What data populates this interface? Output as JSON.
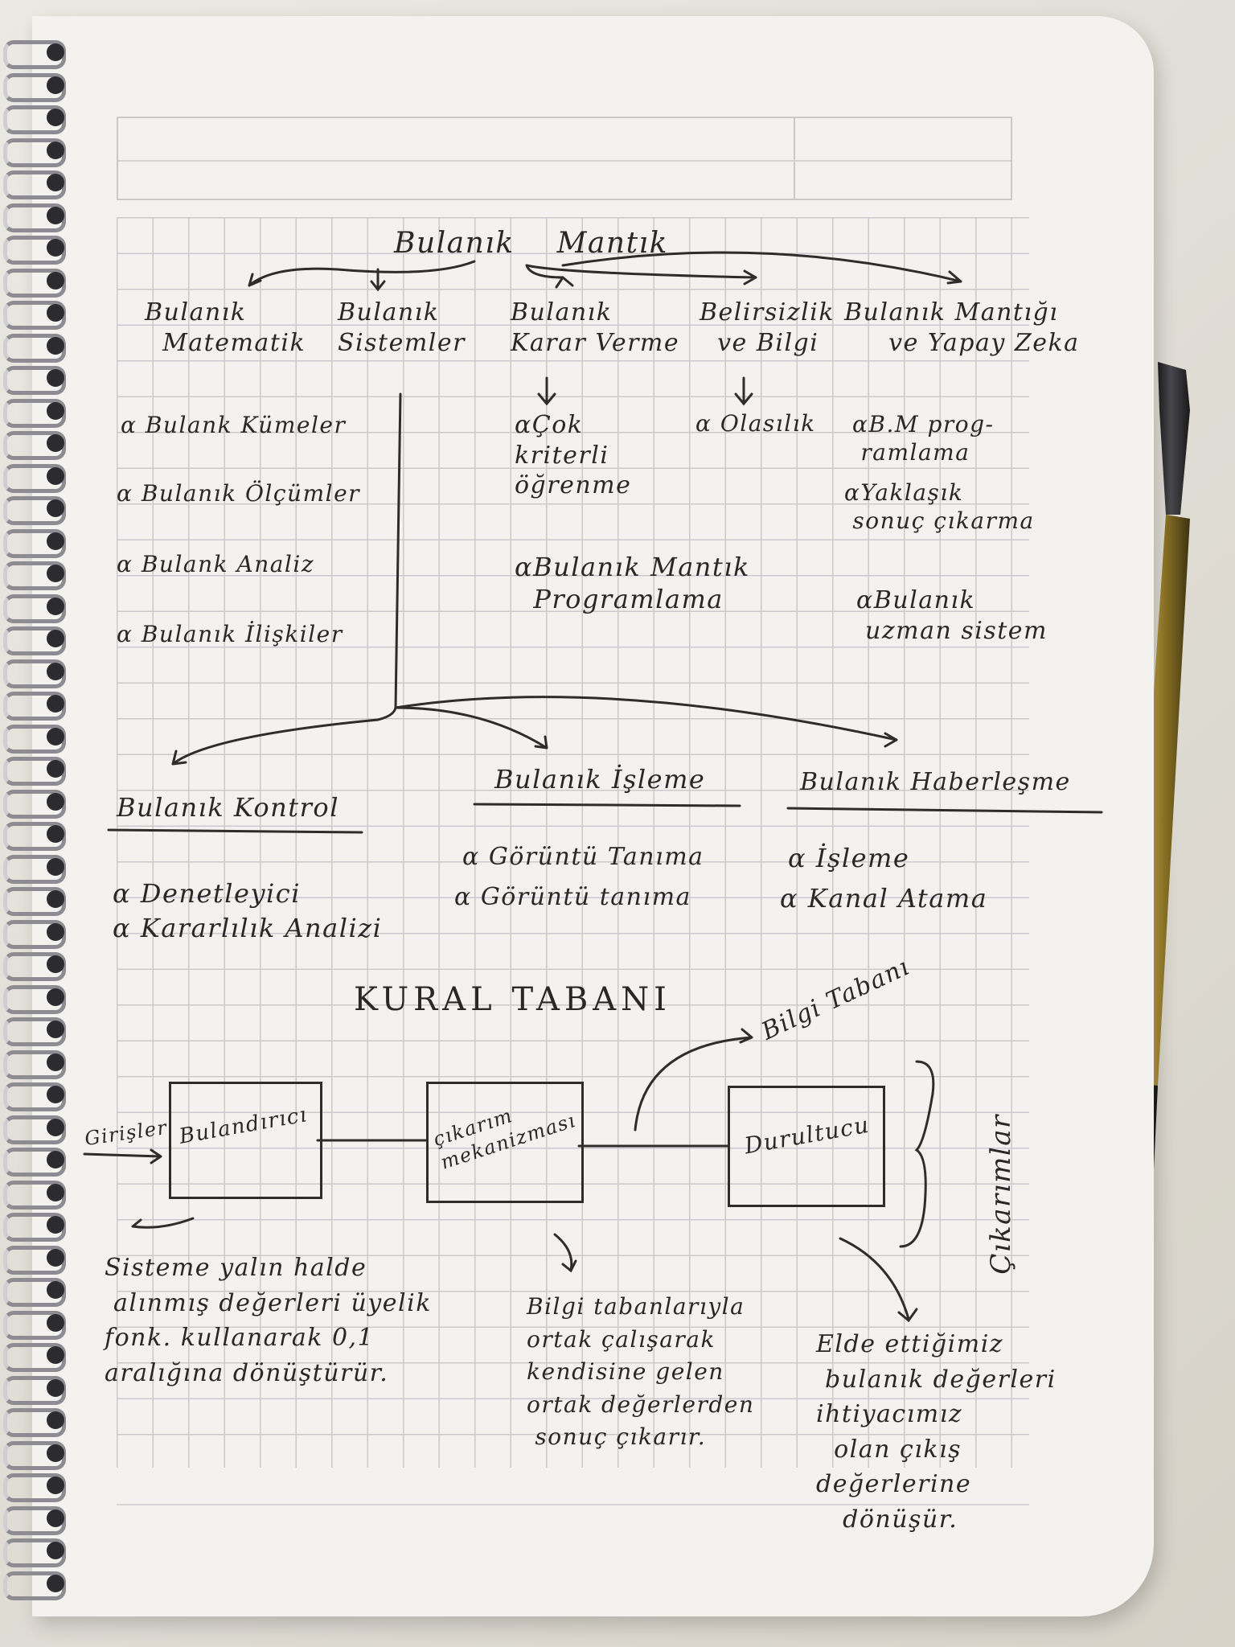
{
  "notes": {
    "title": "Bulanık Mantık",
    "branches": [
      {
        "id": "matematik",
        "label": "Bulanık\n  Matematik",
        "items": [
          "Bulank Kümeler",
          "Bulanık Ölçümler",
          "Bulank Analiz",
          "Bulanık İlişkiler"
        ]
      },
      {
        "id": "sistemler",
        "label": "Bulanık\nSistemler"
      },
      {
        "id": "karar",
        "label": "Bulanık\nKarar Verme",
        "items": [
          "Çok\nkriterli\nöğrenme",
          "Bulanık Mantık\n  Programlama"
        ]
      },
      {
        "id": "belirsizlik",
        "label": "Belirsizlik\n  ve Bilgi",
        "items": [
          "Olasılık"
        ]
      },
      {
        "id": "yapay",
        "label": "Bulanık Mantığı\n     ve Yapay Zeka",
        "items": [
          "B.M prog-\n ramlama",
          "Yaklaşık\n sonuç çıkarma",
          "Bulanık\n uzman sistem"
        ]
      }
    ],
    "systems": [
      {
        "id": "kontrol",
        "title": "Bulanık Kontrol",
        "items": [
          "Denetleyici",
          "Kararlılık Analizi"
        ]
      },
      {
        "id": "isleme",
        "title": "Bulanık İşleme",
        "items": [
          "Görüntü Tanıma",
          "Görüntü tanıma"
        ]
      },
      {
        "id": "haberlesme",
        "title": "Bulanık Haberleşme",
        "items": [
          "İşleme",
          "Kanal Atama"
        ]
      }
    ],
    "bullet": "α",
    "diagram": {
      "heading": "KURAL  TABANI",
      "inputs_label": "Girişler",
      "fuzzifier": "Bulandırıcı",
      "inference": "çıkarım\nmekanizması",
      "knowledge_base": "Bilgi Tabanı",
      "defuzzifier": "Durultucu",
      "outputs_label": "Çıkarımlar",
      "fuzzifier_note": "Sisteme yalın halde\n alınmış değerleri üyelik\nfonk. kullanarak 0,1\naralığına dönüştürür.",
      "inference_note": "Bilgi tabanlarıyla\nortak çalışarak\nkendisine gelen\nortak değerlerden\n sonuç çıkarır.",
      "defuzzifier_note": "Elde ettiğimiz\n bulanık değerleri\nihtiyacımız\n  olan çıkış\ndeğerlerine\n   dönüşür."
    }
  }
}
